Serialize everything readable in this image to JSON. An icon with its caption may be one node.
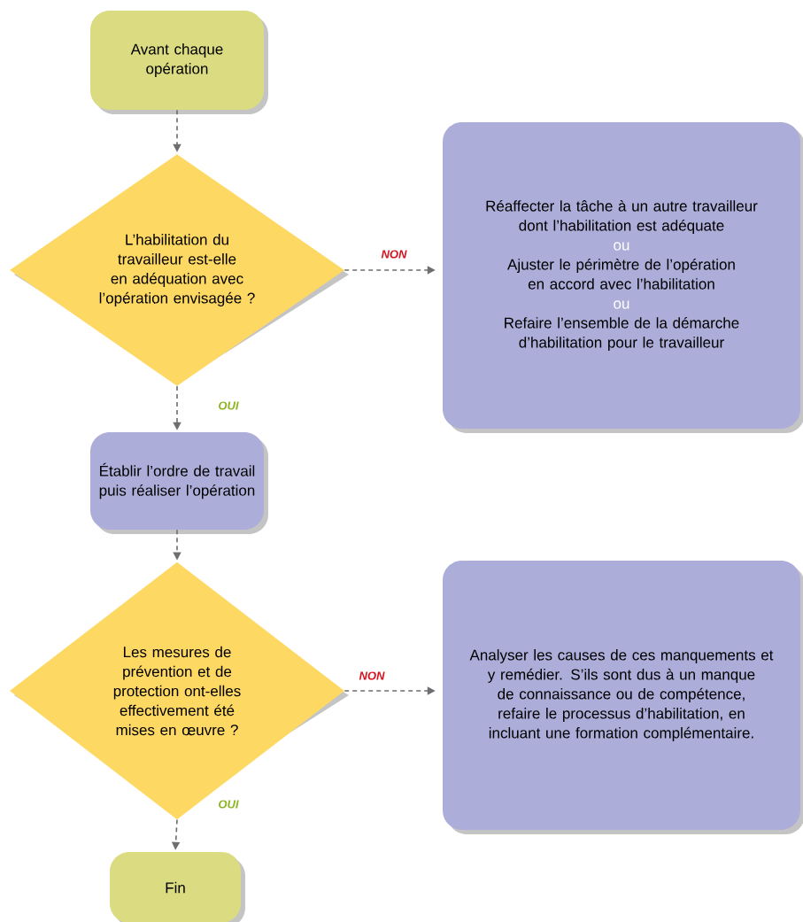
{
  "diagram": {
    "nodes": [
      {
        "text": [
          "Avant chaque opération"
        ]
      },
      {
        "text": [
          "L’habilitation du travailleur est-elle en adéquation avec l’opération envisagée ?"
        ]
      },
      {
        "text": [
          "Réaffecter la tâche à un autre travailleur dont l’habilitation est adéquate",
          "ou",
          "Ajuster le périmètre de l’opération en accord avec l’habilitation",
          "ou",
          "Refaire l’ensemble de la démarche d’habilitation pour le travailleur"
        ]
      },
      {
        "text": [
          "Établir l’ordre de travail puis réaliser l’opération"
        ]
      },
      {
        "text": [
          "Les mesures de prévention et de protection ont-elles effectivement été mises en œuvre ?"
        ]
      },
      {
        "text": [
          "Analyser les causes de ces manquements et y remédier. S’ils sont dus à un manque de connaissance ou de compétence, refaire le processus d’habilitation, en incluant une formation complémentaire."
        ]
      },
      {
        "text": [
          "Fin"
        ]
      }
    ],
    "edges": [
      {
        "from": 0,
        "to": 1,
        "arrow": "to",
        "style": "dashed"
      },
      {
        "from": 1,
        "to": 2,
        "arrow": "to",
        "style": "dashed",
        "label": "NON"
      },
      {
        "from": 1,
        "to": 3,
        "arrow": "to",
        "style": "dashed",
        "label": "OUI"
      },
      {
        "from": 3,
        "to": 4,
        "arrow": "to",
        "style": "dashed"
      },
      {
        "from": 4,
        "to": 5,
        "arrow": "to",
        "style": "dashed",
        "label": "NON"
      },
      {
        "from": 4,
        "to": 6,
        "arrow": "to",
        "style": "dashed",
        "label": "OUI"
      }
    ]
  }
}
